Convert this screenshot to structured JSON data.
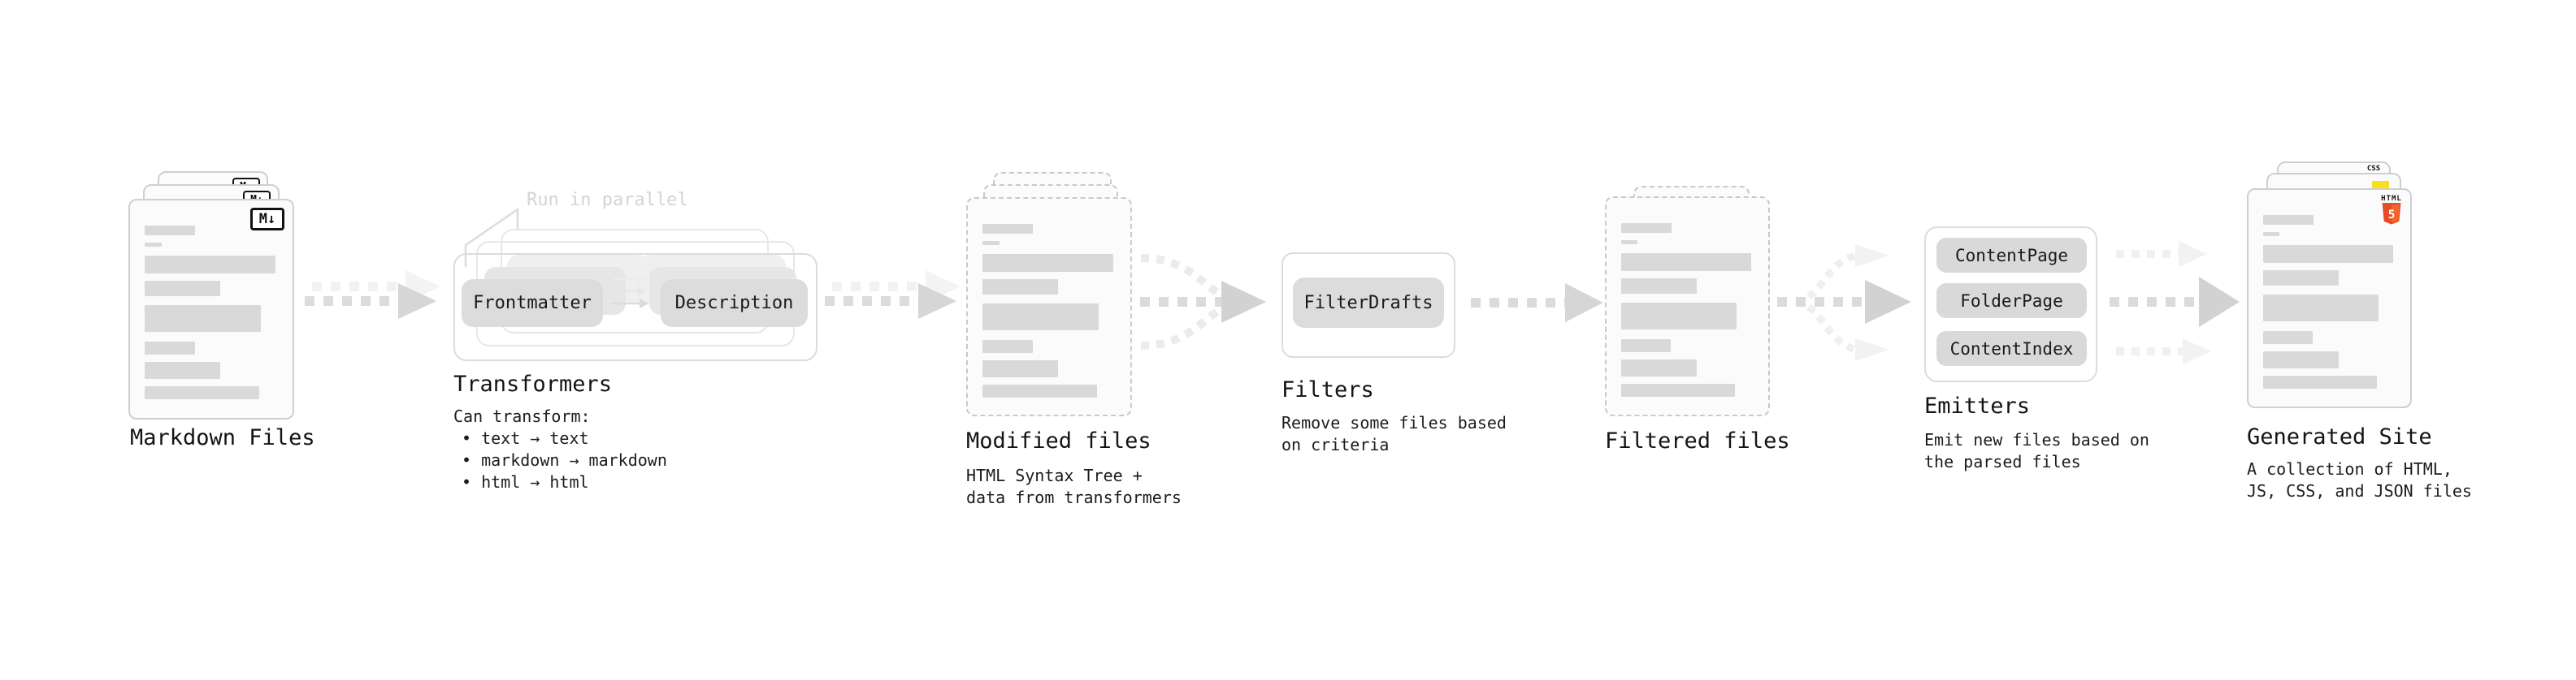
{
  "colors": {
    "css_badge_blue": "#2965f1",
    "js_badge_yellow": "#f7df1e",
    "html5_orange": "#e44d26",
    "html5_orange_light": "#f16529"
  },
  "stages": {
    "markdown_files": {
      "label": "Markdown Files",
      "badge": "M↓"
    },
    "transformers": {
      "label": "Transformers",
      "note": "Run in parallel",
      "pill_left": "Frontmatter",
      "pill_right": "Description",
      "desc_intro": "Can transform:",
      "bullets": [
        "• text → text",
        "• markdown → markdown",
        "• html → html"
      ]
    },
    "modified_files": {
      "label": "Modified files",
      "sublabel": "HTML Syntax Tree +\ndata from transformers"
    },
    "filters": {
      "label": "Filters",
      "pill": "FilterDrafts",
      "sublabel": "Remove some files based\non criteria"
    },
    "filtered_files": {
      "label": "Filtered files"
    },
    "emitters": {
      "label": "Emitters",
      "pills": [
        "ContentPage",
        "FolderPage",
        "ContentIndex"
      ],
      "sublabel": "Emit new files based on\nthe parsed files"
    },
    "generated_site": {
      "label": "Generated Site",
      "sublabel": "A collection of HTML,\nJS, CSS, and JSON files",
      "css_badge": "CSS",
      "html_badge_title": "HTML",
      "html_badge_number": "5"
    }
  },
  "file_bars": [
    [
      38,
      12,
      0
    ],
    [
      12.5,
      5,
      9
    ],
    [
      98,
      22,
      11
    ],
    [
      57,
      19,
      9
    ],
    [
      87,
      33,
      11
    ],
    [
      37.5,
      16,
      12
    ],
    [
      57,
      21,
      9
    ],
    [
      86,
      16,
      9
    ]
  ]
}
